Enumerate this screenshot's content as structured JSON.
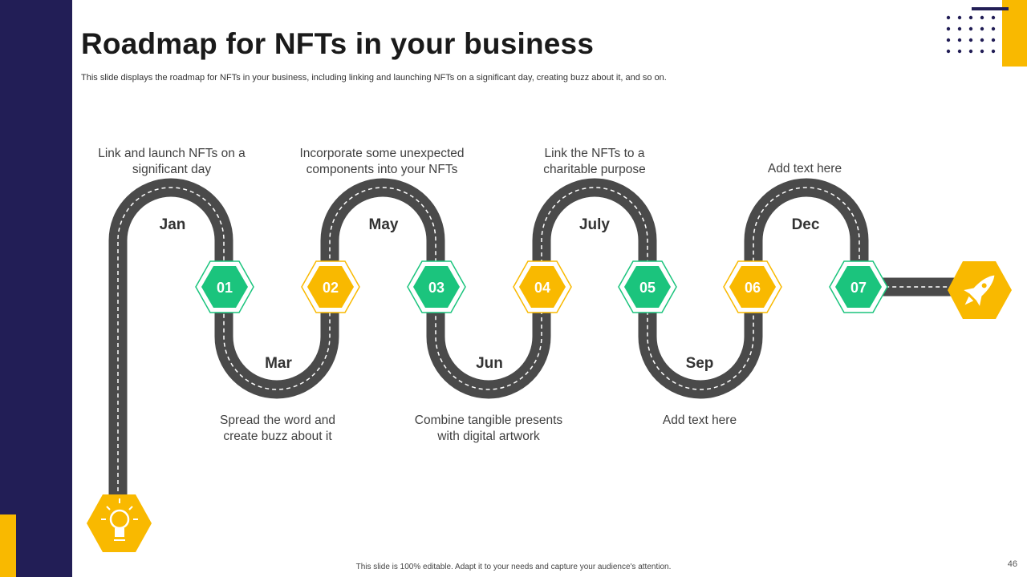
{
  "title": "Roadmap for NFTs in your business",
  "subtitle": "This slide displays the roadmap for NFTs in your business, including linking and launching NFTs on a significant day, creating buzz about it, and so on.",
  "footer": "This slide is 100% editable. Adapt it to your needs and capture your audience's attention.",
  "page_number": "46",
  "colors": {
    "navy": "#221E56",
    "yellow": "#F9B900",
    "green": "#1BC47D",
    "road": "#4A4A4A"
  },
  "icons": {
    "start": "lightbulb-icon",
    "end": "rocket-icon"
  },
  "milestones": [
    {
      "number": "01",
      "color": "green"
    },
    {
      "number": "02",
      "color": "yellow"
    },
    {
      "number": "03",
      "color": "green"
    },
    {
      "number": "04",
      "color": "yellow"
    },
    {
      "number": "05",
      "color": "green"
    },
    {
      "number": "06",
      "color": "yellow"
    },
    {
      "number": "07",
      "color": "green"
    }
  ],
  "months": {
    "jan": "Jan",
    "mar": "Mar",
    "may": "May",
    "jun": "Jun",
    "july": "July",
    "sep": "Sep",
    "dec": "Dec"
  },
  "captions": {
    "jan": "Link and launch NFTs on a\nsignificant day",
    "mar": "Spread the word and\ncreate buzz about it",
    "may": "Incorporate some unexpected\ncomponents into your NFTs",
    "jun": "Combine tangible presents\nwith digital artwork",
    "july": "Link the NFTs to a\ncharitable purpose",
    "sep": "Add text here",
    "dec": "Add text here"
  }
}
